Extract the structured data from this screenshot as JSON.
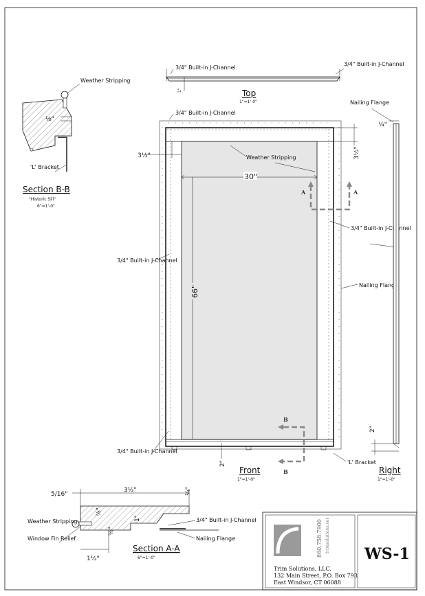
{
  "labels": {
    "top_left_jchannel": "3/4\" Built-in J-Channel",
    "top_right_jchannel": "3/4\" Built-in J-Channel",
    "front_top_jchannel": "3/4\" Built-in J-Channel",
    "weather_stripping": "Weather Stripping",
    "weather_stripping_bb": "Weather Stripping",
    "l_bracket_bb": "'L' Bracket",
    "left_jchannel": "3/4\" Built-in J-Channel",
    "right_jchannel": "3/4\" Built-in J-Channel",
    "nailing_flange_top": "Nailing Flange",
    "nailing_flange_side": "Nailing Flange",
    "bottom_left_jchannel": "3/4\" Built-in J-Channel",
    "l_bracket_front": "'L' Bracket",
    "aa_weather_stripping": "Weather Stripping",
    "aa_fin_relief": "Window Fin Relief",
    "aa_jchannel": "3/4\" Built-in J-Channel",
    "aa_nailing_flange": "Nailing Flange"
  },
  "dimensions": {
    "width": "30\"",
    "height": "66\"",
    "top_3half_left": "3½\"",
    "top_3half_right": "3½\"",
    "bottom_2": "2\"",
    "top_1": "1\"",
    "right_quarter": "¼\"",
    "right_2": "2\"",
    "bb_eighth": "⅛\"",
    "aa_5_16": "5/16\"",
    "aa_3half": "3½\"",
    "aa_quarter": "¼\"",
    "aa_7_8": "⅞\"",
    "aa_1": "1\"",
    "aa_5_8": "⅝\"",
    "aa_1half": "1½\""
  },
  "views": {
    "top": {
      "title": "Top",
      "scale": "1\"=1'-0\""
    },
    "front": {
      "title": "Front",
      "scale": "1\"=1'-0\""
    },
    "right": {
      "title": "Right",
      "scale": "1\"=1'-0\""
    },
    "section_bb": {
      "title": "Section B-B",
      "subtitle": "\"Historic Sill\"",
      "scale": "6\"=1'-0\""
    },
    "section_aa": {
      "title": "Section A-A",
      "scale": "6\"=1'-0\""
    }
  },
  "section_marks": {
    "a": "A",
    "b": "B"
  },
  "title_block": {
    "company": "Trim Solutions, LLC.",
    "address1": "132 Main Street, P.O. Box 793",
    "address2": "East Windsor, CT 06088",
    "phone": "860.758.7900",
    "website": "trimsolutions.net",
    "sheet": "WS-1"
  }
}
